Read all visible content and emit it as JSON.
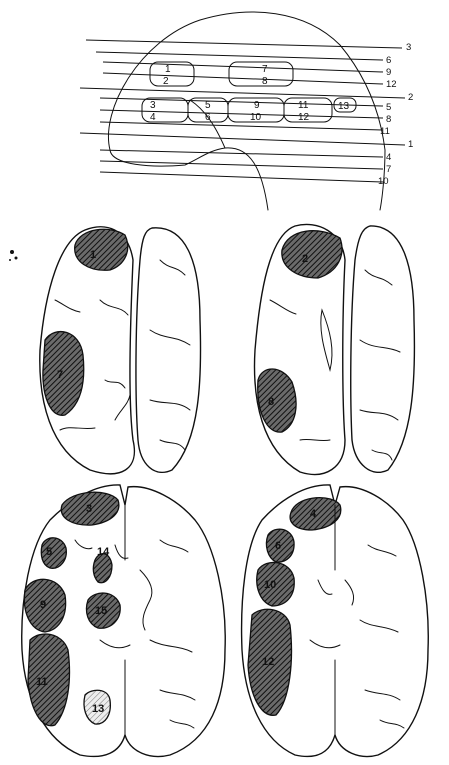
{
  "schema": {
    "box_labels": [
      "1",
      "2",
      "3",
      "4",
      "5",
      "6",
      "7",
      "8",
      "9",
      "10",
      "11",
      "12",
      "13"
    ],
    "right_labels": [
      "3",
      "6",
      "9",
      "12",
      "2",
      "5",
      "8",
      "11",
      "1",
      "4",
      "7",
      "10"
    ]
  },
  "brain_views": [
    {
      "regions": [
        "1",
        "7"
      ]
    },
    {
      "regions": [
        "2",
        "8"
      ]
    },
    {
      "regions": [
        "3",
        "5",
        "9",
        "11",
        "13",
        "14",
        "15"
      ]
    },
    {
      "regions": [
        "4",
        "6",
        "10",
        "12"
      ]
    }
  ],
  "colors": {
    "ink": "#111111",
    "hatch_dark": "#6a6a6a",
    "hatch_light": "#ededed",
    "paper": "#ffffff"
  }
}
